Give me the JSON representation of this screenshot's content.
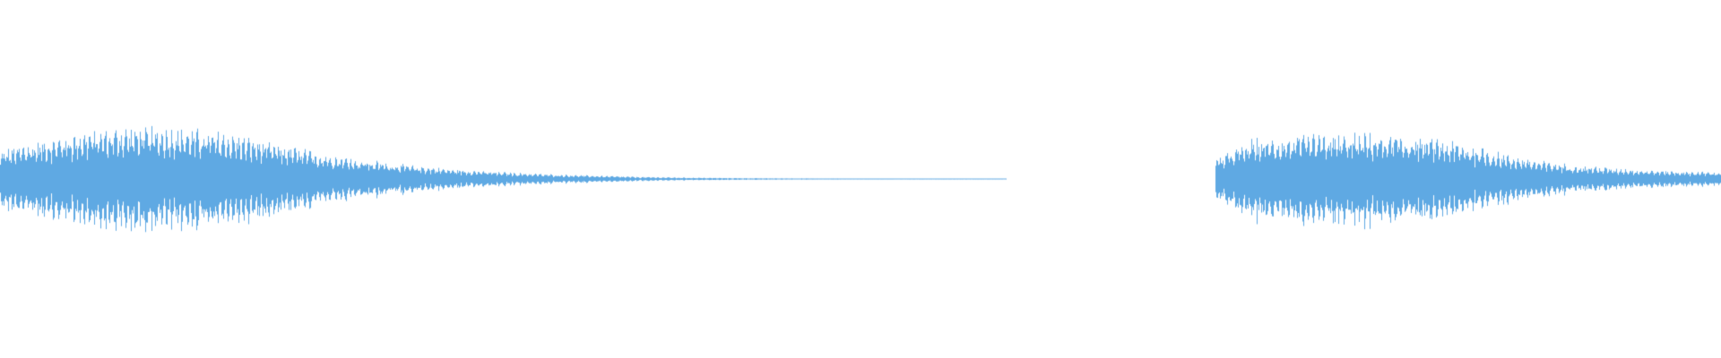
{
  "waveform": {
    "color": "#5fa9e3",
    "background": "#ffffff",
    "segments": [
      {
        "name": "segment-1",
        "start_fraction": 0.0,
        "end_fraction": 0.585,
        "amplitude_envelope": [
          0.42,
          0.58,
          0.72,
          0.76,
          0.74,
          0.66,
          0.52,
          0.38,
          0.28,
          0.2,
          0.14,
          0.1,
          0.07,
          0.05,
          0.03,
          0.02,
          0.014,
          0.01,
          0.008,
          0.006,
          0.005,
          0.004,
          0.003
        ]
      },
      {
        "name": "segment-2",
        "start_fraction": 0.706,
        "end_fraction": 1.0,
        "amplitude_envelope": [
          0.3,
          0.58,
          0.62,
          0.64,
          0.66,
          0.64,
          0.6,
          0.5,
          0.36,
          0.26,
          0.2,
          0.16,
          0.13,
          0.11,
          0.1
        ]
      }
    ]
  }
}
